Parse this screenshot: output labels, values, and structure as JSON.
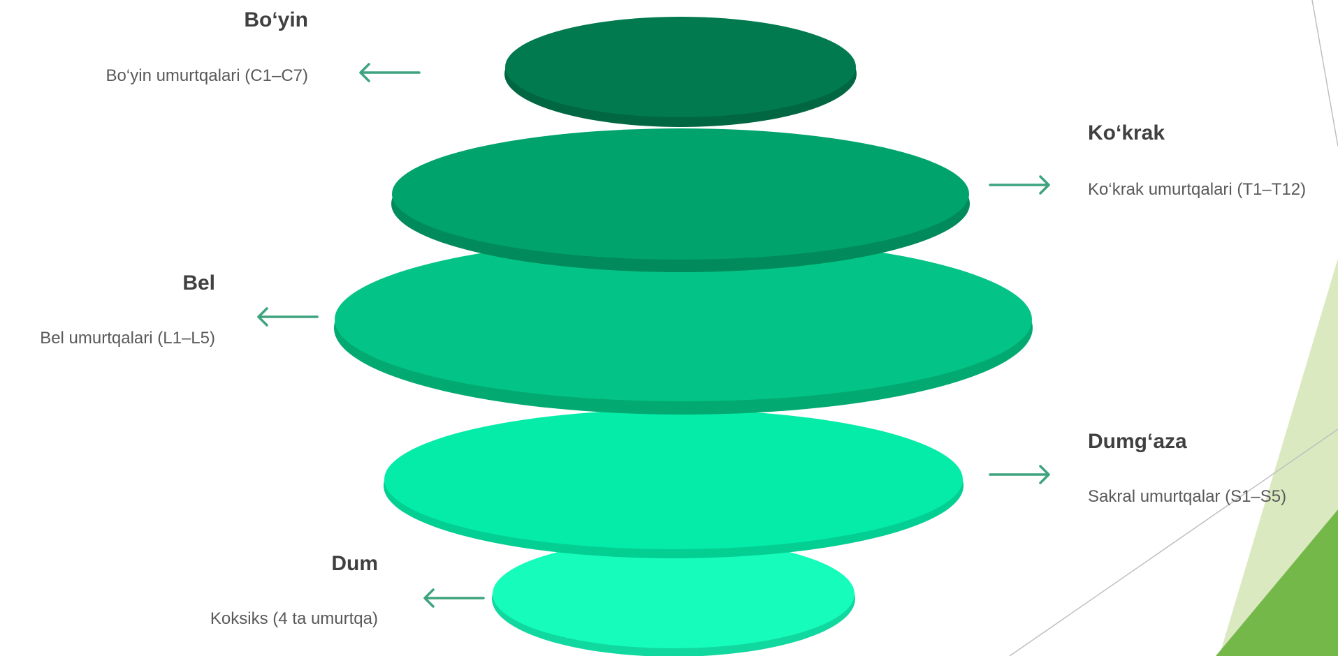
{
  "colors": {
    "tier1": "#017a4f",
    "tier2": "#00a36c",
    "tier3": "#03c486",
    "tier4": "#05eba8",
    "tier5": "#16fcba",
    "accent_light": "#dbe9c0",
    "accent_dark": "#75b84a",
    "arrow": "#3ea37e"
  },
  "tiers": [
    {
      "title": "Bo‘yin",
      "desc": "Bo‘yin umurtqalari (C1–C7)"
    },
    {
      "title": "Ko‘krak",
      "desc": "Ko‘krak umurtqalari (T1–T12)"
    },
    {
      "title": "Bel",
      "desc": "Bel umurtqalari (L1–L5)"
    },
    {
      "title": "Dumg‘aza",
      "desc": "Sakral umurtqalar (S1–S5)"
    },
    {
      "title": "Dum",
      "desc": "Koksiks (4 ta umurtqa)"
    }
  ]
}
